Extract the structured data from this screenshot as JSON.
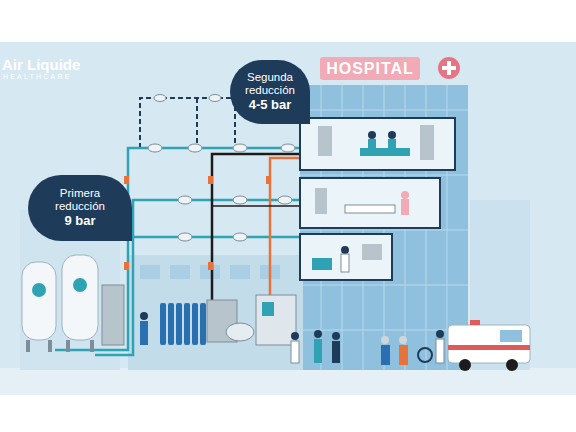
{
  "diagram": {
    "nodes": [
      {
        "text": [
          "HOSPITAL"
        ]
      },
      {
        "text": [
          "Segunda reducción",
          "4-5 bar"
        ]
      },
      {
        "text": [
          "Primera reducción",
          "9 bar"
        ]
      }
    ],
    "labels": [
      "Air Liquide",
      "HEALTHCARE"
    ]
  }
}
